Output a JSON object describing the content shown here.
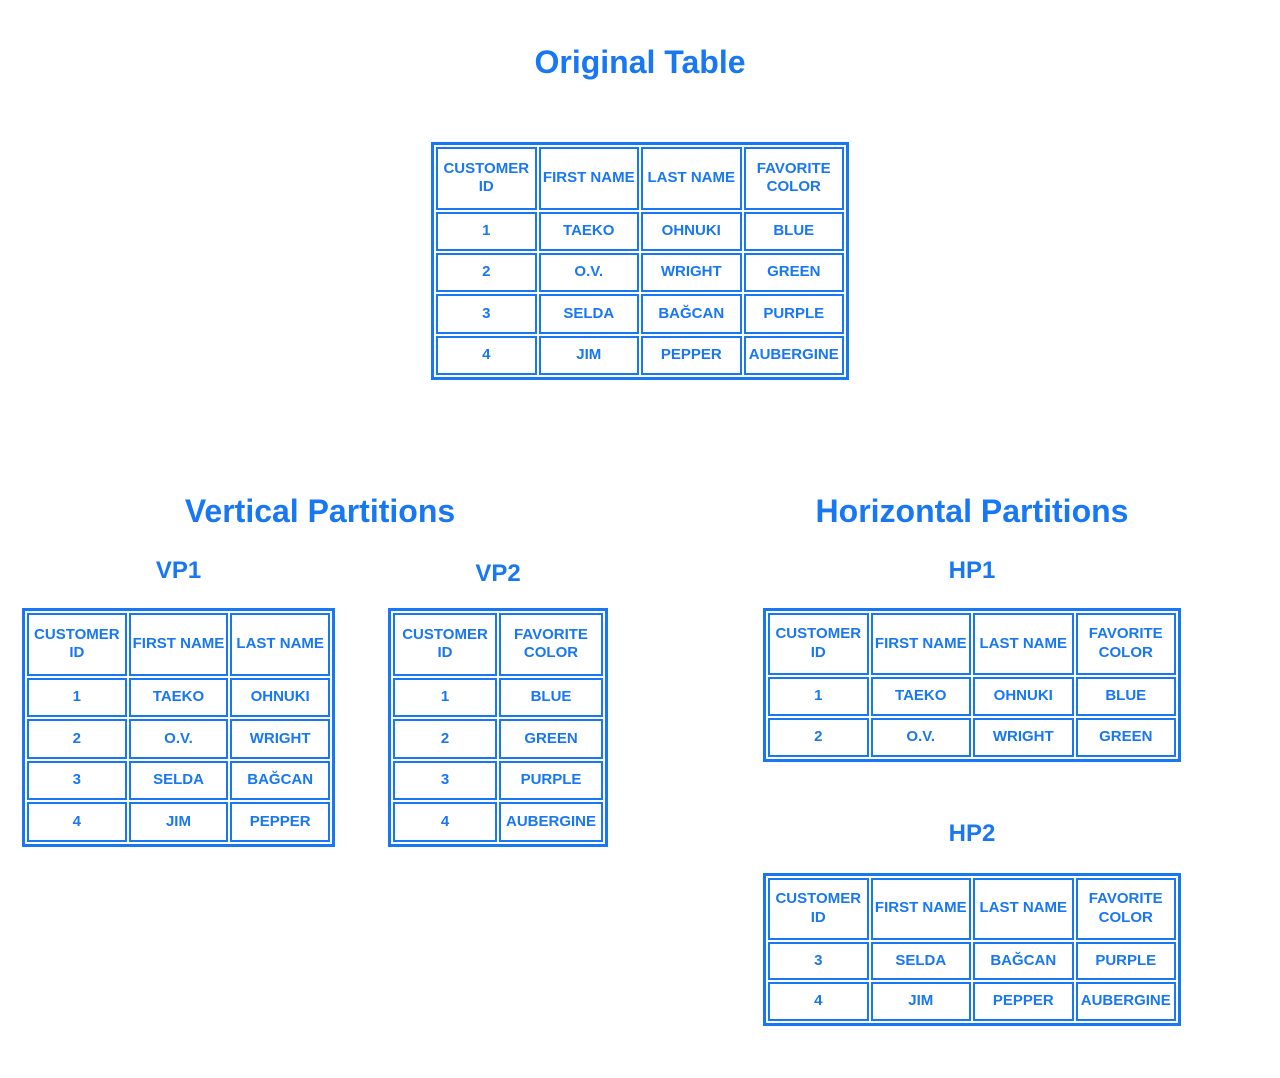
{
  "colors": {
    "blue": "#1877F2",
    "background": "#FFFFFF"
  },
  "titles": {
    "original": "Original Table",
    "vertical": "Vertical Partitions",
    "horizontal": "Horizontal Partitions"
  },
  "labels": {
    "vp1": "VP1",
    "vp2": "VP2",
    "hp1": "HP1",
    "hp2": "HP2"
  },
  "tables": {
    "original": {
      "headers": [
        "CUSTOMER ID",
        "FIRST NAME",
        "LAST NAME",
        "FAVORITE COLOR"
      ],
      "rows": [
        [
          "1",
          "TAEKO",
          "OHNUKI",
          "BLUE"
        ],
        [
          "2",
          "O.V.",
          "WRIGHT",
          "GREEN"
        ],
        [
          "3",
          "SELDA",
          "BAĞCAN",
          "PURPLE"
        ],
        [
          "4",
          "JIM",
          "PEPPER",
          "AUBERGINE"
        ]
      ]
    },
    "vp1": {
      "headers": [
        "CUSTOMER ID",
        "FIRST NAME",
        "LAST NAME"
      ],
      "rows": [
        [
          "1",
          "TAEKO",
          "OHNUKI"
        ],
        [
          "2",
          "O.V.",
          "WRIGHT"
        ],
        [
          "3",
          "SELDA",
          "BAĞCAN"
        ],
        [
          "4",
          "JIM",
          "PEPPER"
        ]
      ]
    },
    "vp2": {
      "headers": [
        "CUSTOMER ID",
        "FAVORITE COLOR"
      ],
      "rows": [
        [
          "1",
          "BLUE"
        ],
        [
          "2",
          "GREEN"
        ],
        [
          "3",
          "PURPLE"
        ],
        [
          "4",
          "AUBERGINE"
        ]
      ]
    },
    "hp1": {
      "headers": [
        "CUSTOMER ID",
        "FIRST NAME",
        "LAST NAME",
        "FAVORITE COLOR"
      ],
      "rows": [
        [
          "1",
          "TAEKO",
          "OHNUKI",
          "BLUE"
        ],
        [
          "2",
          "O.V.",
          "WRIGHT",
          "GREEN"
        ]
      ]
    },
    "hp2": {
      "headers": [
        "CUSTOMER ID",
        "FIRST NAME",
        "LAST NAME",
        "FAVORITE COLOR"
      ],
      "rows": [
        [
          "3",
          "SELDA",
          "BAĞCAN",
          "PURPLE"
        ],
        [
          "4",
          "JIM",
          "PEPPER",
          "AUBERGINE"
        ]
      ]
    }
  }
}
